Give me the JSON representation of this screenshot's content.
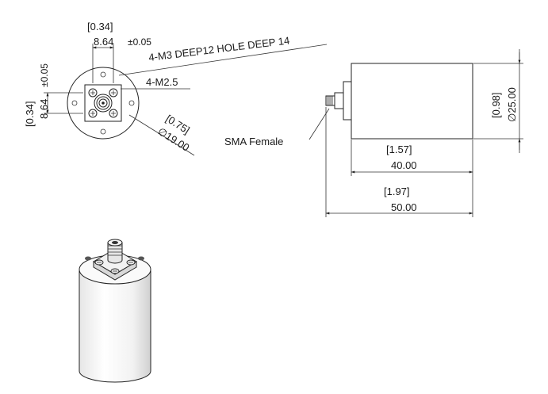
{
  "front_view": {
    "width_inch": "[0.34]",
    "width_mm": "8.64",
    "width_tol": "±0.05",
    "hole_note": "4-M3 DEEP12 HOLE DEEP 14",
    "screw_note": "4-M2.5",
    "height_inch": "[0.34]",
    "height_mm": "8.64",
    "height_tol": "±0.05",
    "circle_inch": "[0.75]",
    "circle_mm": "∅19.00"
  },
  "side_view": {
    "connector_label": "SMA Female",
    "diameter_inch": "[0.98]",
    "diameter_mm": "∅25.00",
    "body_len_inch": "[1.57]",
    "body_len_mm": "40.00",
    "total_len_inch": "[1.97]",
    "total_len_mm": "50.00"
  },
  "colors": {
    "line": "#222222",
    "background": "#ffffff"
  }
}
